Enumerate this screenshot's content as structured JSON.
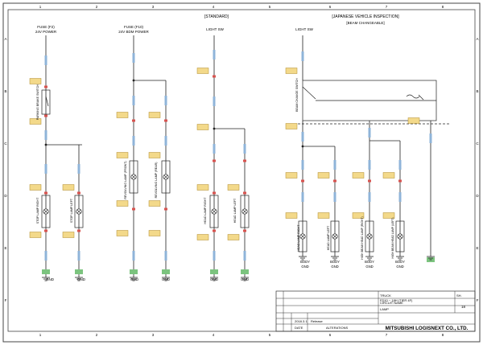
{
  "grid": {
    "cols": [
      "1",
      "2",
      "3",
      "4",
      "5",
      "6",
      "7",
      "8"
    ],
    "rows": [
      "A",
      "B",
      "C",
      "D",
      "E",
      "F"
    ]
  },
  "headers": {
    "standard": "[STANDARD]",
    "japanese": "[JAPANESE VEHICLE INSPECTION]",
    "beam": "[BEAM CHANGEABLE]"
  },
  "sources": [
    {
      "name": "FUSE (F2)",
      "sub": "24V POWER"
    },
    {
      "name": "FUSE (F10)",
      "sub": "24V BDM POWER"
    },
    {
      "name": "LIGHT SW",
      "sub": ""
    },
    {
      "name": "LIGHT SW",
      "sub": ""
    }
  ],
  "switch_labels": {
    "parking_brake": "PARKING BRAKE SWITCH",
    "beam_change": "BEAM CHANGE SWITCH"
  },
  "lamps": [
    {
      "label": "STOP LAMP RIGHT"
    },
    {
      "label": "STOP LAMP LEFT"
    },
    {
      "label": "REVOLVING LAMP (FRONT)"
    },
    {
      "label": "REVOLVING LAMP (REAR)"
    },
    {
      "label": "HEAD LAMP RIGHT"
    },
    {
      "label": "HEAD LAMP LEFT"
    },
    {
      "label": "HEAD LAMP RIGHT"
    },
    {
      "label": "HEAD LAMP LEFT"
    },
    {
      "label": "HIGH BEAM HEAD LAMP (RIGHT)"
    },
    {
      "label": "HIGH BEAM HEAD LAMP (LEFT)"
    }
  ],
  "grounds": {
    "gnd": "GND",
    "body_gnd": "BODY GND"
  },
  "title_block": {
    "truck_label": "TRUCK",
    "truck_value": "FD10 ~ 18H (TIER 4F)",
    "circuit_label": "CIRCUIT NAME",
    "circuit_value": "LAMP",
    "page_label": "SH.",
    "page_value": "18",
    "rev_date": "2018.3.1",
    "rev_note": "Release",
    "date_label": "DATE",
    "alter_label": "ALTERATIONS",
    "company": "MITSUBISHI LOGISNEXT CO., LTD."
  },
  "colors": {
    "line": "#222222",
    "connector": "#f3d98a",
    "connector_border": "#b08a2a",
    "wire_tag": "#8fb4d9",
    "ground_tag": "#7cc47f",
    "pin_mark": "#d9534f"
  }
}
